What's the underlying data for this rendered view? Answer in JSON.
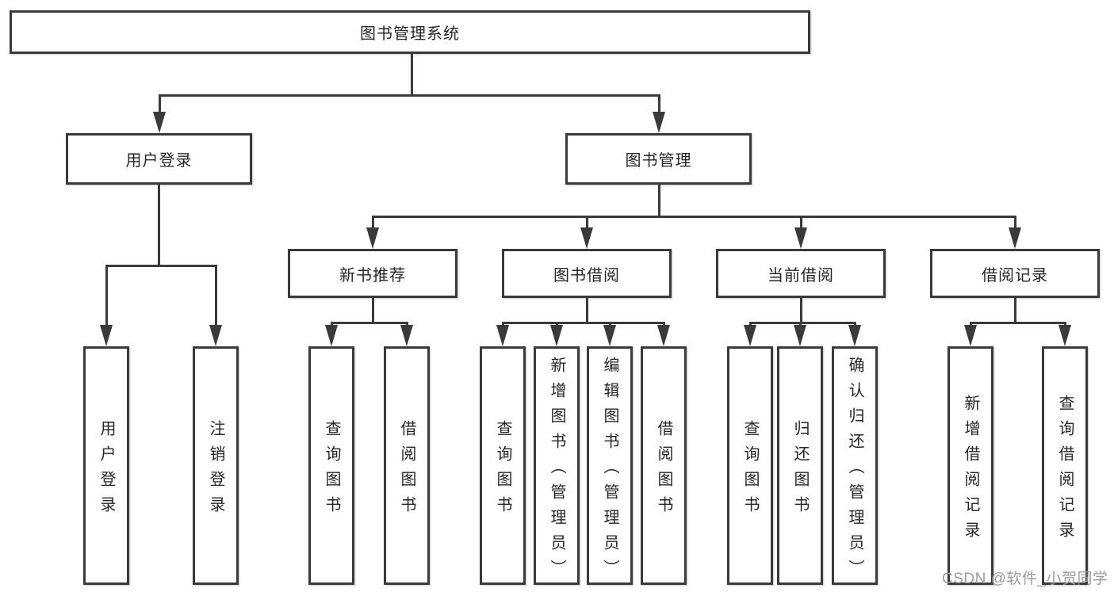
{
  "diagram": {
    "root": "图书管理系统",
    "branches": [
      {
        "label": "用户登录",
        "children": [
          "用户登录",
          "注销登录"
        ]
      },
      {
        "label": "图书管理",
        "groups": [
          {
            "label": "新书推荐",
            "children": [
              "查询图书",
              "借阅图书"
            ]
          },
          {
            "label": "图书借阅",
            "children": [
              "查询图书",
              "新增图书（管理员）",
              "编辑图书（管理员）",
              "借阅图书"
            ]
          },
          {
            "label": "当前借阅",
            "children": [
              "查询图书",
              "归还图书",
              "确认归还（管理员）"
            ]
          },
          {
            "label": "借阅记录",
            "children": [
              "新增借阅记录",
              "查询借阅记录"
            ]
          }
        ]
      }
    ]
  },
  "watermark": "CSDN @软件_小贺同学",
  "colors": {
    "line": "#3a3a3a",
    "border": "#3a3a3a",
    "text": "#262626",
    "background": "#ffffff",
    "watermark": "#9c9c9c"
  }
}
